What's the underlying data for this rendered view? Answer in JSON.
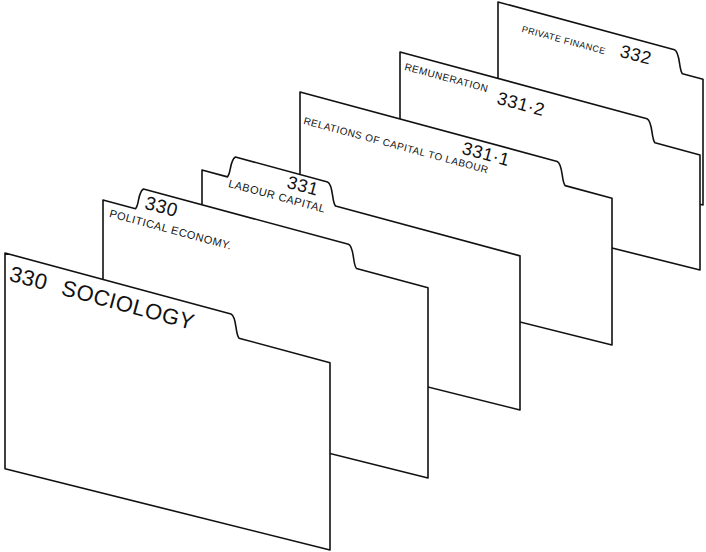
{
  "diagram": {
    "nodes": [
      {
        "text": [
          "330",
          "SOCIOLOGY"
        ]
      },
      {
        "text": [
          "330",
          "POLITICAL ECONOMY."
        ]
      },
      {
        "text": [
          "331",
          "LABOUR CAPITAL"
        ]
      },
      {
        "text": [
          "331·1",
          "RELATIONS OF CAPITAL TO LABOUR"
        ]
      },
      {
        "text": [
          "331·2",
          "REMUNERATION"
        ]
      },
      {
        "text": [
          "332",
          "PRIVATE FINANCE"
        ]
      }
    ]
  }
}
